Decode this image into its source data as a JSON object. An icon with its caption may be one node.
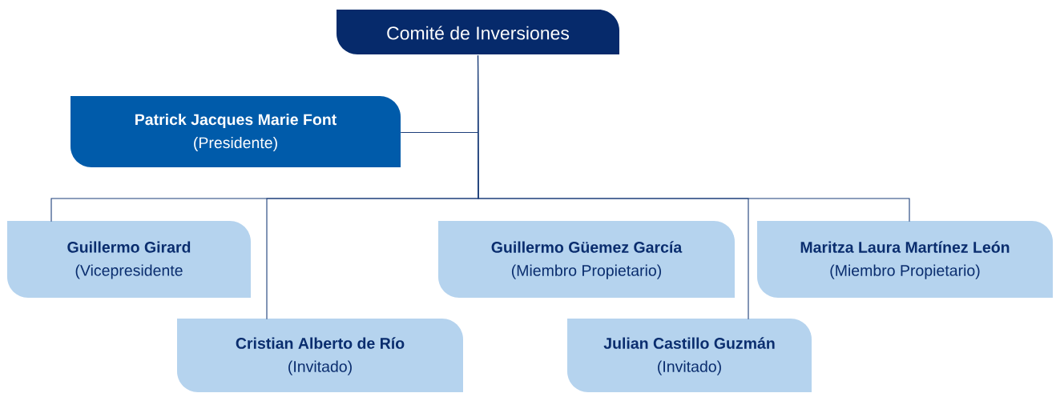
{
  "diagram": {
    "nodes": [
      {
        "text": [
          "Comité de Inversiones"
        ]
      },
      {
        "text": [
          "Patrick Jacques Marie Font",
          "(Presidente)"
        ]
      },
      {
        "text": [
          "Guillermo Girard",
          "(Vicepresidente"
        ]
      },
      {
        "text": [
          "Guillermo Güemez García",
          "(Miembro Propietario)"
        ]
      },
      {
        "text": [
          "Maritza Laura Martínez León",
          "(Miembro Propietario)"
        ]
      },
      {
        "text": [
          "Cristian Alberto de Río",
          "(Invitado)"
        ]
      },
      {
        "text": [
          "Julian Castillo Guzmán",
          "(Invitado)"
        ]
      }
    ],
    "edges": [
      {
        "from": 0,
        "to": 1,
        "arrow": "none"
      },
      {
        "from": 0,
        "to": 2,
        "arrow": "none"
      },
      {
        "from": 0,
        "to": 5,
        "arrow": "none"
      },
      {
        "from": 0,
        "to": 6,
        "arrow": "none"
      },
      {
        "from": 0,
        "to": 4,
        "arrow": "none"
      }
    ]
  }
}
